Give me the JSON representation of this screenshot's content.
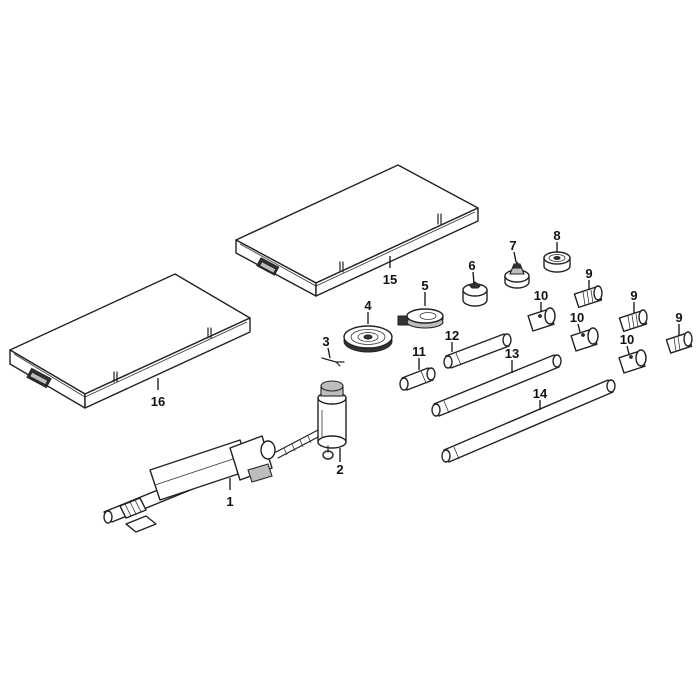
{
  "labels": {
    "p1": "1",
    "p2": "2",
    "p3": "3",
    "p4": "4",
    "p5": "5",
    "p6": "6",
    "p7": "7",
    "p8": "8",
    "p9a": "9",
    "p9b": "9",
    "p9c": "9",
    "p10a": "10",
    "p10b": "10",
    "p10c": "10",
    "p11": "11",
    "p12": "12",
    "p13": "13",
    "p14": "14",
    "p15": "15",
    "p16": "16"
  },
  "colors": {
    "line": "#222222",
    "background": "#ffffff"
  }
}
